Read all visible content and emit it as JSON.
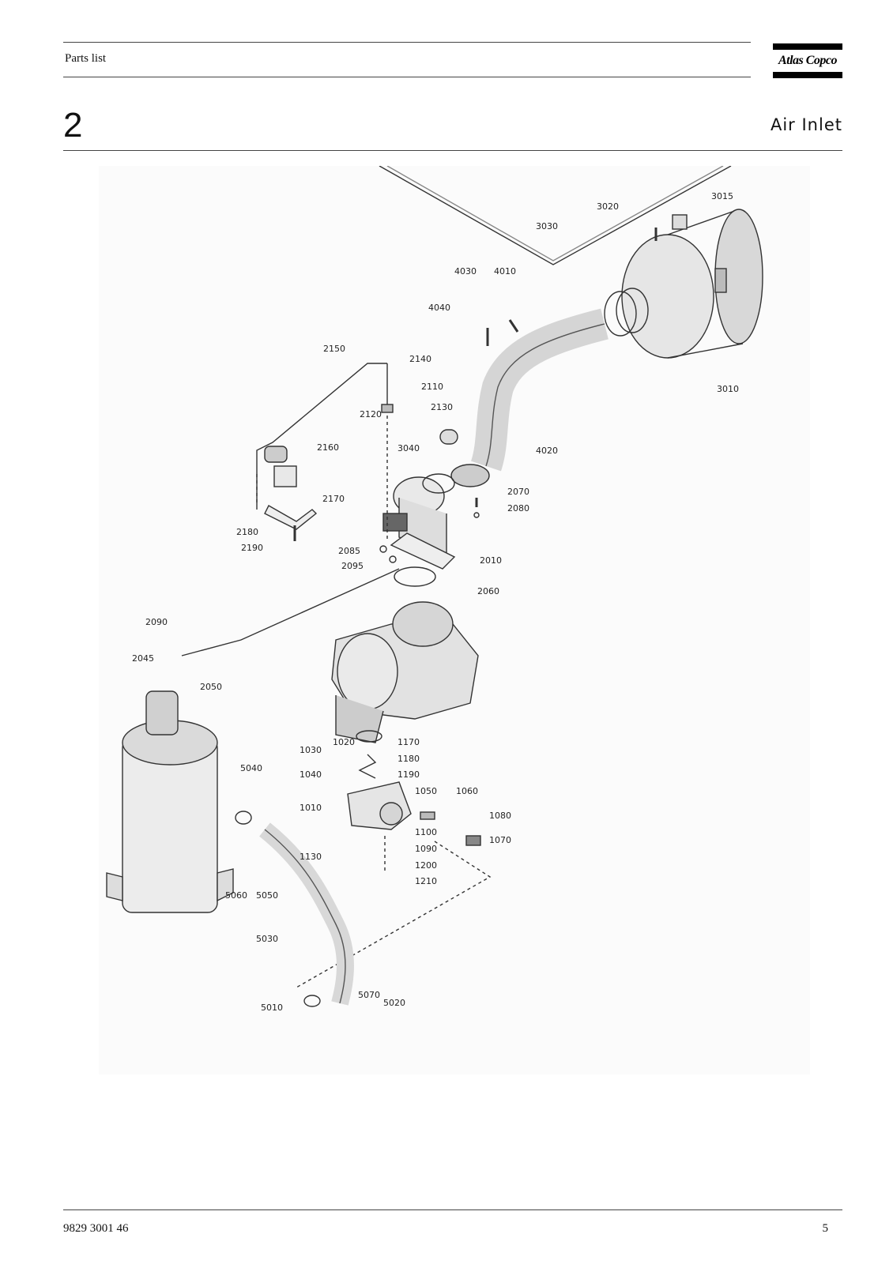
{
  "header": {
    "section_label": "Parts list",
    "brand": "Atlas Copco"
  },
  "section": {
    "number": "2",
    "title": "Air Inlet"
  },
  "callouts": [
    "3015",
    "3020",
    "3030",
    "4030",
    "4010",
    "4040",
    "2150",
    "2140",
    "2110",
    "2120",
    "2130",
    "3040",
    "2160",
    "4020",
    "2070",
    "2080",
    "2170",
    "2180",
    "2190",
    "2085",
    "2095",
    "2010",
    "2060",
    "2090",
    "2045",
    "2050",
    "1030",
    "1020",
    "1170",
    "1180",
    "1040",
    "1190",
    "5040",
    "1050",
    "1060",
    "1010",
    "1080",
    "1100",
    "1070",
    "1090",
    "1130",
    "1200",
    "1210",
    "5060",
    "5050",
    "5030",
    "5070",
    "5020",
    "5010",
    "3010"
  ],
  "footer": {
    "document_number": "9829 3001 46",
    "page_number": "5"
  }
}
